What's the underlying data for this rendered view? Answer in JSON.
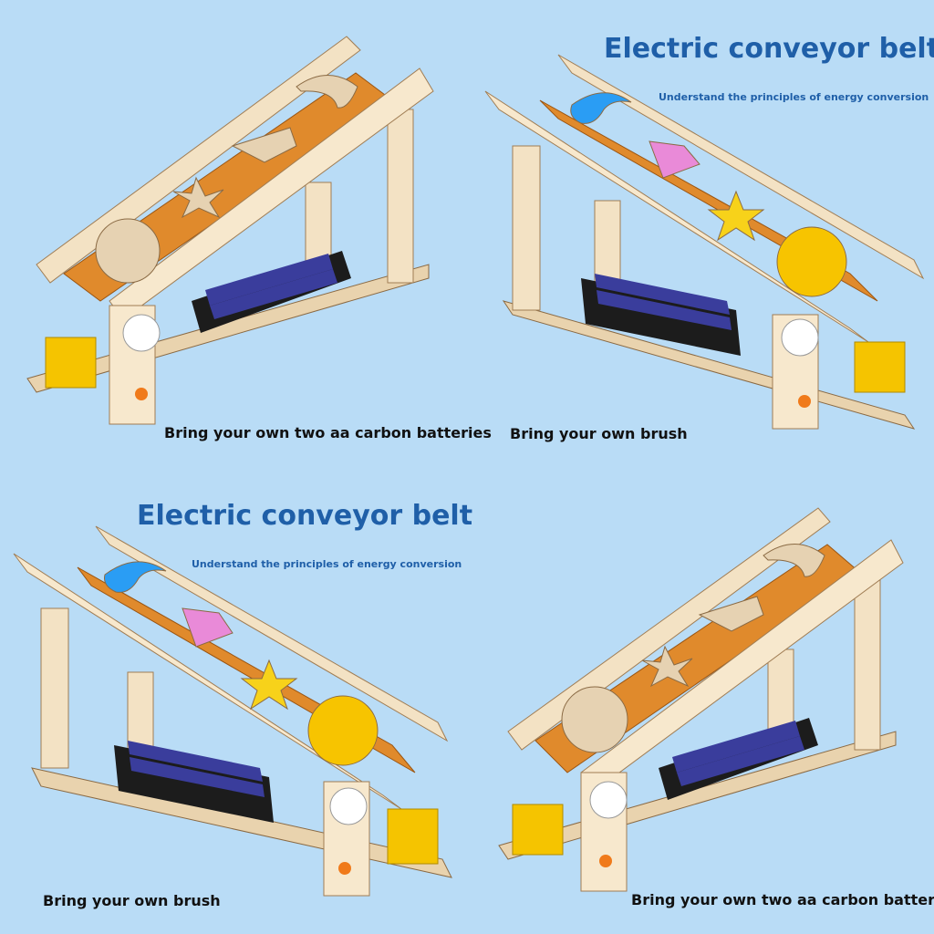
{
  "title": "Electric conveyor belt",
  "subtitle": "Understand the principles of energy conversion",
  "captions": {
    "batteries": "Bring your own two aa carbon batteries",
    "brush": "Bring your own brush"
  },
  "colors": {
    "background": "#b9dcf6",
    "title_text": "#1f5fa8",
    "wood": "#f3e2c4",
    "belt": "#e08a2c",
    "battery_holder": "#1c1c1c",
    "battery": "#3a3d9c",
    "motor": "#f5c400"
  },
  "panels": [
    {
      "id": "top-left",
      "view": "unpainted-shapes",
      "caption_key": "batteries"
    },
    {
      "id": "top-right",
      "view": "painted-shapes",
      "caption_key": "brush"
    },
    {
      "id": "bottom-left",
      "view": "painted-shapes",
      "caption_key": "brush"
    },
    {
      "id": "bottom-right",
      "view": "unpainted-shapes",
      "caption_key": "batteries"
    }
  ]
}
